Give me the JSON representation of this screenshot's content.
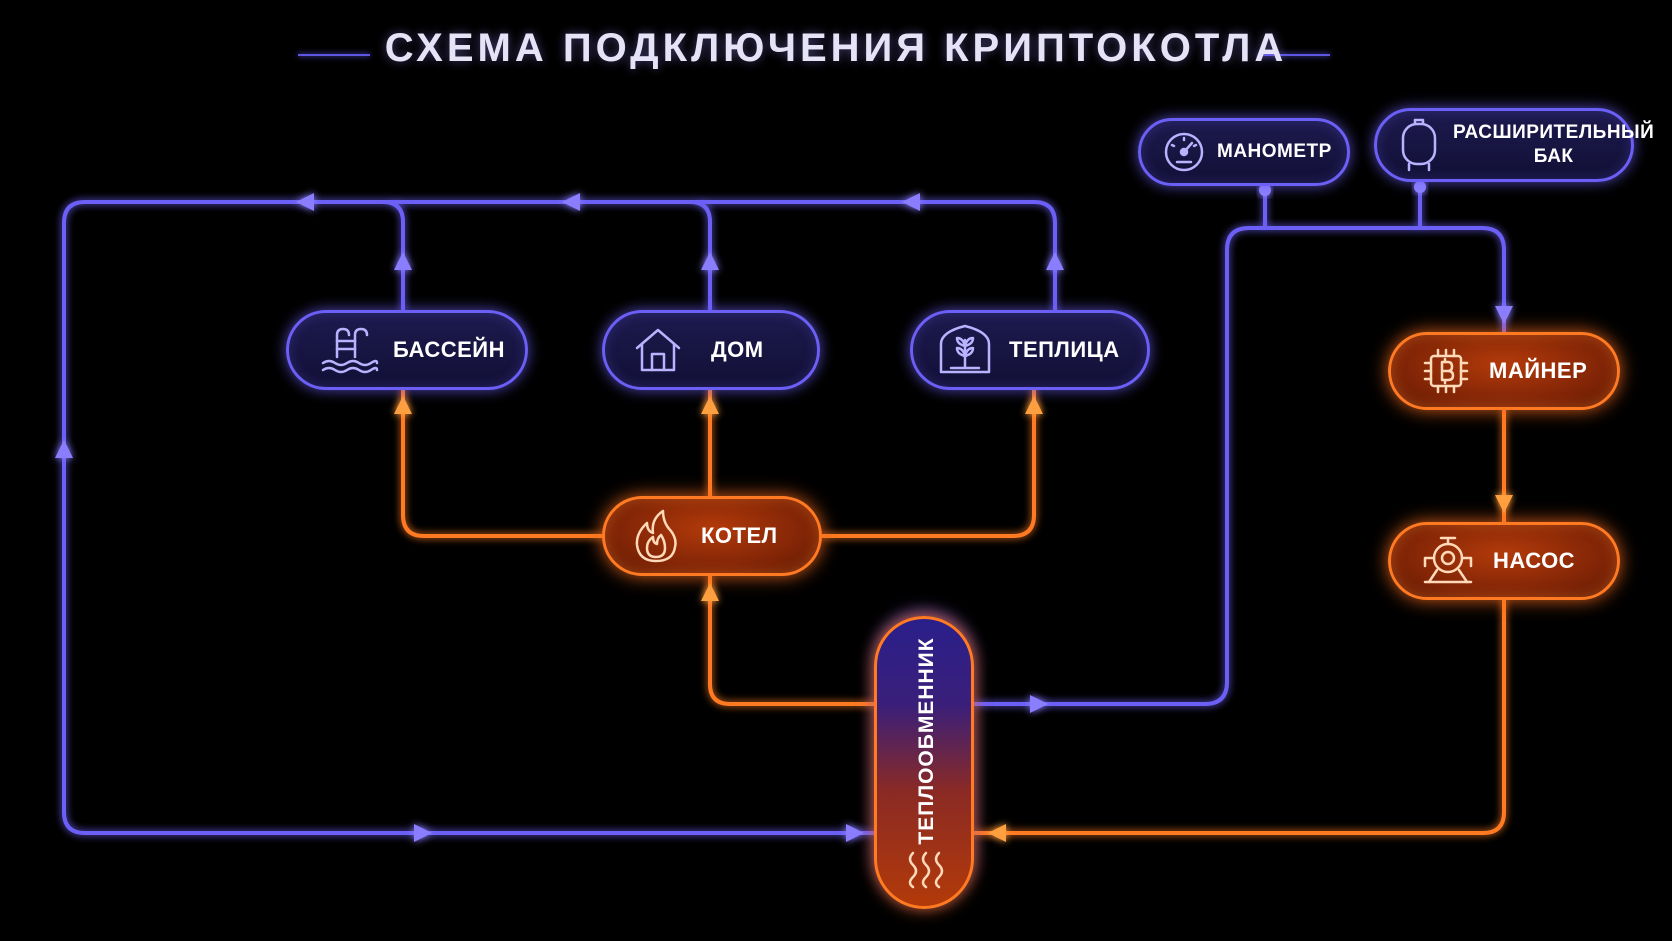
{
  "title": "СХЕМА ПОДКЛЮЧЕНИЯ КРИПТОКОТЛА",
  "colors": {
    "background": "#000000",
    "cold_loop": "#6c5ff6",
    "hot_loop": "#ff7a22",
    "node_blue_fill": "#1a1746",
    "node_orange_fill": "#8a2608"
  },
  "nodes": {
    "pool": {
      "label": "БАССЕЙН",
      "icon": "pool-icon"
    },
    "house": {
      "label": "ДОМ",
      "icon": "house-icon"
    },
    "greenhouse": {
      "label": "ТЕПЛИЦА",
      "icon": "greenhouse-icon"
    },
    "boiler": {
      "label": "КОТЕЛ",
      "icon": "flame-icon"
    },
    "miner": {
      "label": "МАЙНЕР",
      "icon": "bitcoin-chip-icon"
    },
    "pump": {
      "label": "НАСОС",
      "icon": "pump-icon"
    },
    "manometer": {
      "label": "МАНОМЕТР",
      "icon": "gauge-icon"
    },
    "tank_line1": "РАСШИРИТЕЛЬНЫЙ",
    "tank_line2": "БАК",
    "tank_icon": "expansion-tank-icon",
    "exchanger": {
      "label": "ТЕПЛООБМЕННИК",
      "icon": "heat-waves-icon"
    }
  }
}
